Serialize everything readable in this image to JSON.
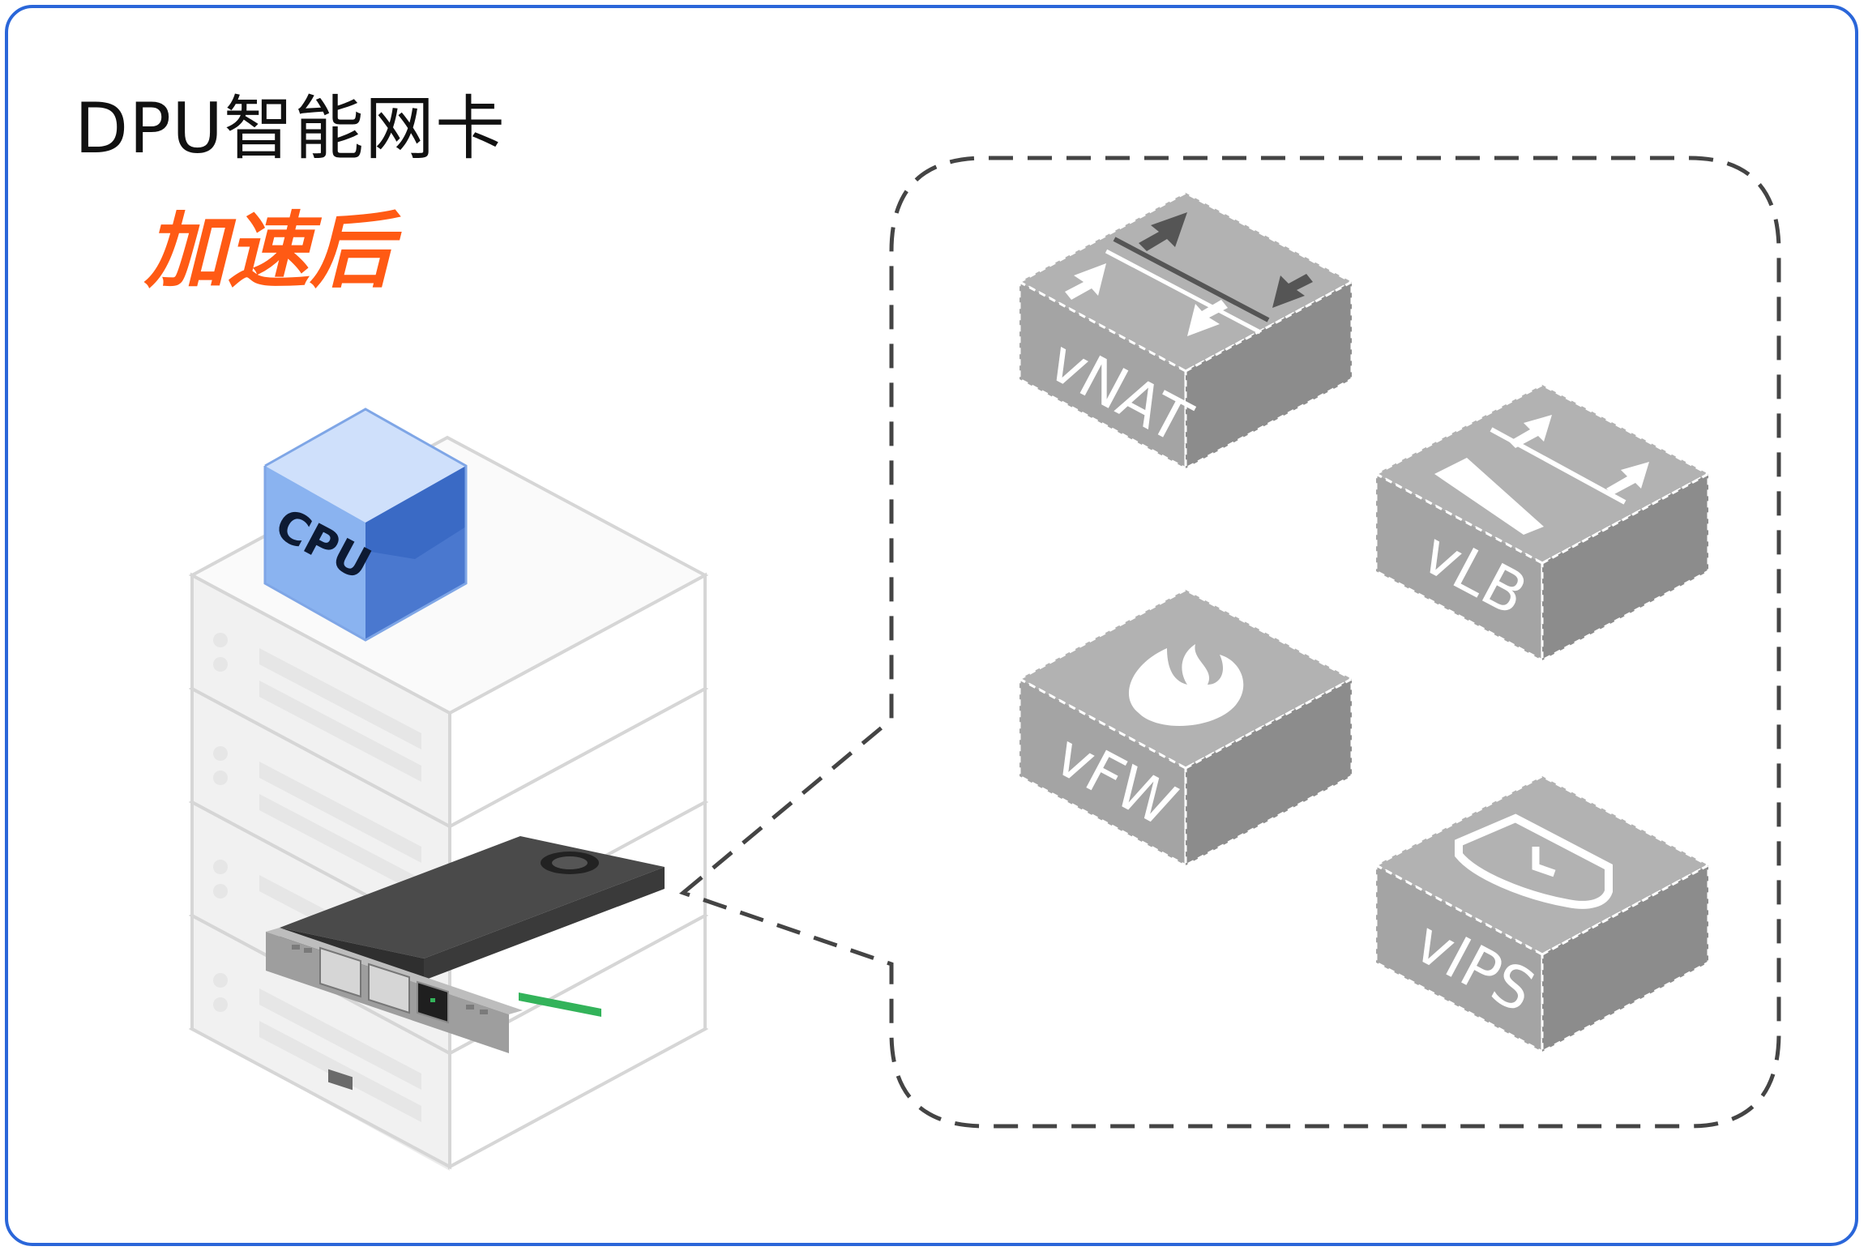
{
  "title": "DPU智能网卡",
  "subtitle": "加速后",
  "colors": {
    "frame_border": "#2a66d9",
    "subtitle": "#ff5a14",
    "cpu_cube": "#6f9fe6",
    "function_block": "#a8a8a8",
    "callout_border": "#444444"
  },
  "cpu": {
    "label": "CPU",
    "icon": "cpu-cube-icon"
  },
  "smartnic": {
    "icon": "dpu-network-card-icon"
  },
  "functions": [
    {
      "label": "vNAT",
      "icon": "nat-arrows-icon"
    },
    {
      "label": "vLB",
      "icon": "load-balancer-icon"
    },
    {
      "label": "vFW",
      "icon": "firewall-flame-icon"
    },
    {
      "label": "vIPS",
      "icon": "shield-icon"
    }
  ]
}
